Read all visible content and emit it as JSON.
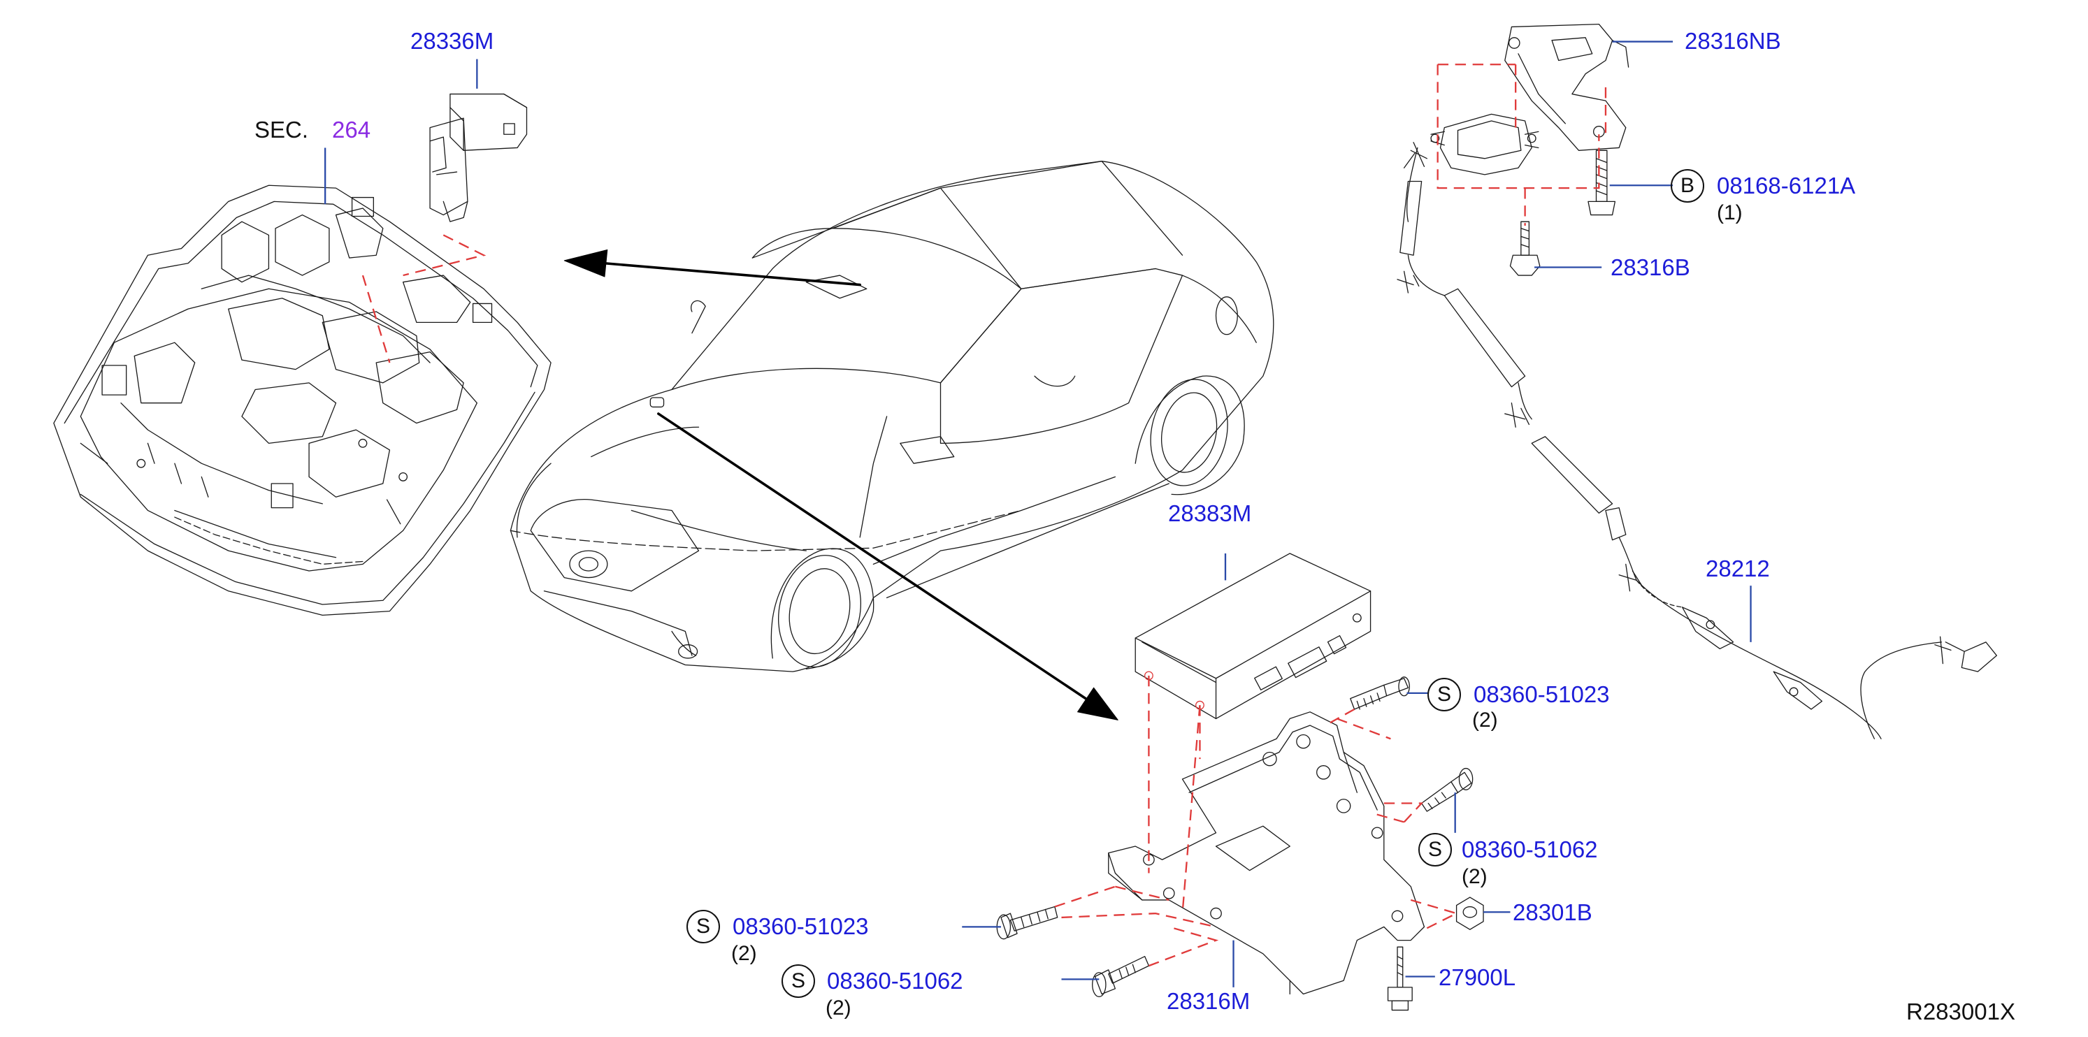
{
  "colors": {
    "part_number": "#1c1cd8",
    "section_ref": "#8a2be2",
    "line": "#1a1a1a",
    "dashed": "#e03a3a"
  },
  "labels": {
    "p28336M": "28336M",
    "sec_prefix": "SEC.",
    "sec_num": "264",
    "p28316NB": "28316NB",
    "p08168": "08168-6121A",
    "q08168": "(1)",
    "p28316B": "28316B",
    "p28383M": "28383M",
    "p28212": "28212",
    "p08360_51023_right": "08360-51023",
    "q08360_51023_right": "(2)",
    "p08360_51062_right": "08360-51062",
    "q08360_51062_right": "(2)",
    "p28301B": "28301B",
    "p27900L": "27900L",
    "p08360_51023_left": "08360-51023",
    "q08360_51023_left": "(2)",
    "p08360_51062_left": "08360-51062",
    "q08360_51062_left": "(2)",
    "p28316M": "28316M",
    "ref": "R283001X"
  },
  "symbols": {
    "bolt_B": "B",
    "screw_S": "S"
  }
}
